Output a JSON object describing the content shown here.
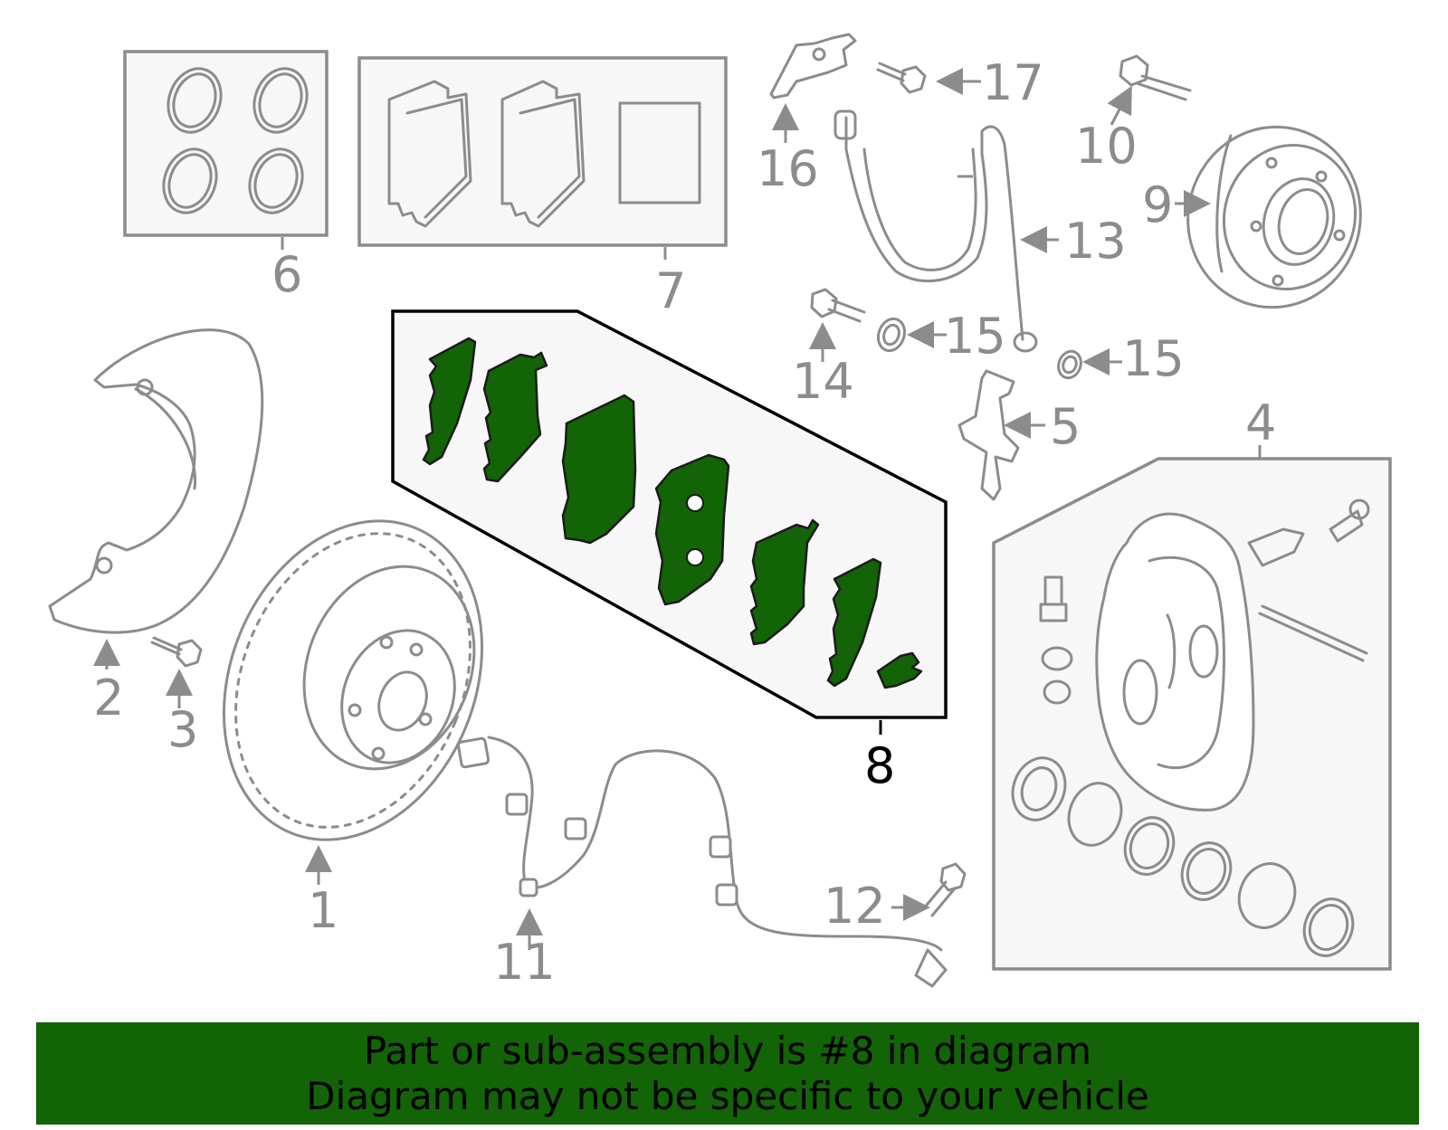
{
  "callouts": [
    {
      "num": "1",
      "highlight": false
    },
    {
      "num": "2",
      "highlight": false
    },
    {
      "num": "3",
      "highlight": false
    },
    {
      "num": "4",
      "highlight": false
    },
    {
      "num": "5",
      "highlight": false
    },
    {
      "num": "6",
      "highlight": false
    },
    {
      "num": "7",
      "highlight": false
    },
    {
      "num": "8",
      "highlight": true
    },
    {
      "num": "9",
      "highlight": false
    },
    {
      "num": "10",
      "highlight": false
    },
    {
      "num": "11",
      "highlight": false
    },
    {
      "num": "12",
      "highlight": false
    },
    {
      "num": "13",
      "highlight": false
    },
    {
      "num": "14",
      "highlight": false
    },
    {
      "num": "15",
      "highlight": false
    },
    {
      "num": "15",
      "highlight": false
    },
    {
      "num": "16",
      "highlight": false
    },
    {
      "num": "17",
      "highlight": false
    }
  ],
  "banner": {
    "line1": "Part or sub-assembly is #8 in diagram",
    "line2": "Diagram may not be specific to your vehicle"
  },
  "colors": {
    "highlight_green": "#136307",
    "part_gray": "#8c8c8c",
    "box_fill": "#f7f7f7"
  }
}
